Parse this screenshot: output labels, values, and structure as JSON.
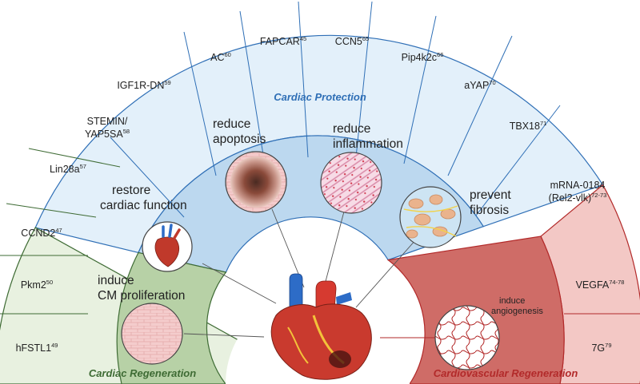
{
  "sections": {
    "protection": {
      "title": "Cardiac Protection",
      "color": "#2f6fb6",
      "genes": [
        {
          "name": "IGF1R-DN",
          "ref": "59"
        },
        {
          "name": "AC",
          "ref": "60"
        },
        {
          "name": "FAPCAR",
          "ref": "45"
        },
        {
          "name": "CCN5",
          "ref": "65"
        },
        {
          "name": "Pip4k2c",
          "ref": "66"
        },
        {
          "name": "aYAP",
          "ref": "70"
        },
        {
          "name": "TBX18",
          "ref": "71"
        },
        {
          "name": "mRNA-0184",
          "line2": "(Rel2-vlk)",
          "ref": "72-73"
        }
      ],
      "actions": [
        {
          "line1": "reduce",
          "line2": "apoptosis"
        },
        {
          "line1": "reduce",
          "line2": "inflammation"
        },
        {
          "line1": "prevent",
          "line2": "fibrosis"
        }
      ]
    },
    "regeneration": {
      "title": "Cardiac Regeneration",
      "color": "#3e6b34",
      "genes": [
        {
          "name": "STEMIN/",
          "line2": "YAP5SA",
          "ref": "58"
        },
        {
          "name": "Lin28a",
          "ref": "57"
        },
        {
          "name": "CCND2",
          "ref": "47"
        },
        {
          "name": "Pkm2",
          "ref": "50"
        },
        {
          "name": "hFSTL1",
          "ref": "49"
        }
      ],
      "actions": [
        {
          "line1": "restore",
          "line2": "cardiac function"
        },
        {
          "line1": "induce",
          "line2": "CM proliferation"
        }
      ]
    },
    "vascular": {
      "title": "Cardiovascular Regeneration",
      "color": "#b22a2a",
      "genes": [
        {
          "name": "VEGFA",
          "ref": "74-78"
        },
        {
          "name": "7G",
          "ref": "79"
        }
      ],
      "actions": [
        {
          "line1": "induce",
          "line2": "angiogenesis"
        }
      ]
    }
  }
}
